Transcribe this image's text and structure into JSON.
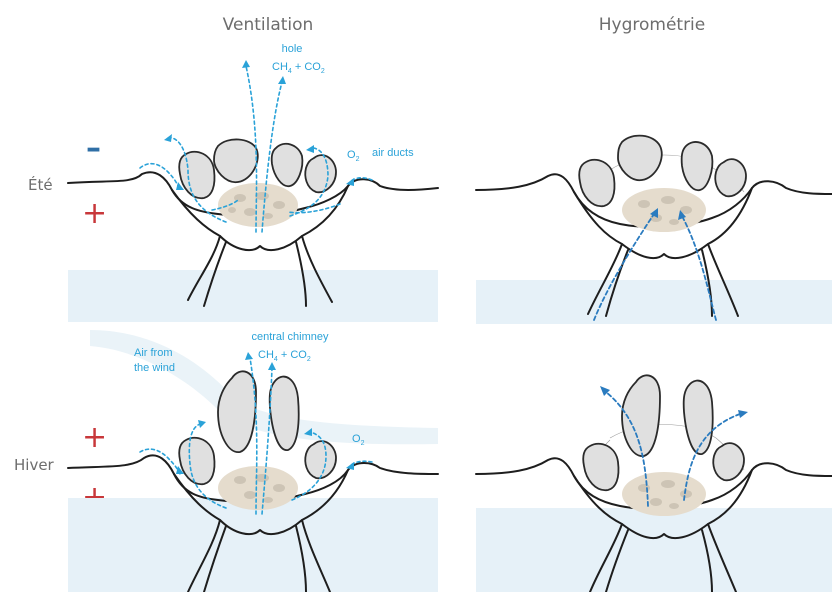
{
  "columns": {
    "left": "Ventilation",
    "right": "Hygrométrie"
  },
  "rows": {
    "top": "Été",
    "bottom": "Hiver"
  },
  "signs": {
    "top_upper": "–",
    "top_lower": "+",
    "bottom_upper": "+",
    "bottom_lower": "+"
  },
  "annotations": {
    "hole": "hole",
    "ch4_co2_top": "CH",
    "o2_top": "O",
    "air_ducts": "air ducts",
    "central_chimney": "central chimney",
    "ch4_co2_bottom": "CH",
    "air_from_wind_1": "Air from",
    "air_from_wind_2": "the wind",
    "o2_bottom": "O"
  },
  "formula": {
    "ch4_sub": "4",
    "plus_co": " + CO",
    "co2_sub": "2",
    "o2_sub": "2"
  },
  "colors": {
    "flow": "#2aa2d8",
    "flow_dark": "#2a7bbf",
    "plus": "#c8373a",
    "minus": "#2f6fa6",
    "water": "#e6f1f8"
  }
}
